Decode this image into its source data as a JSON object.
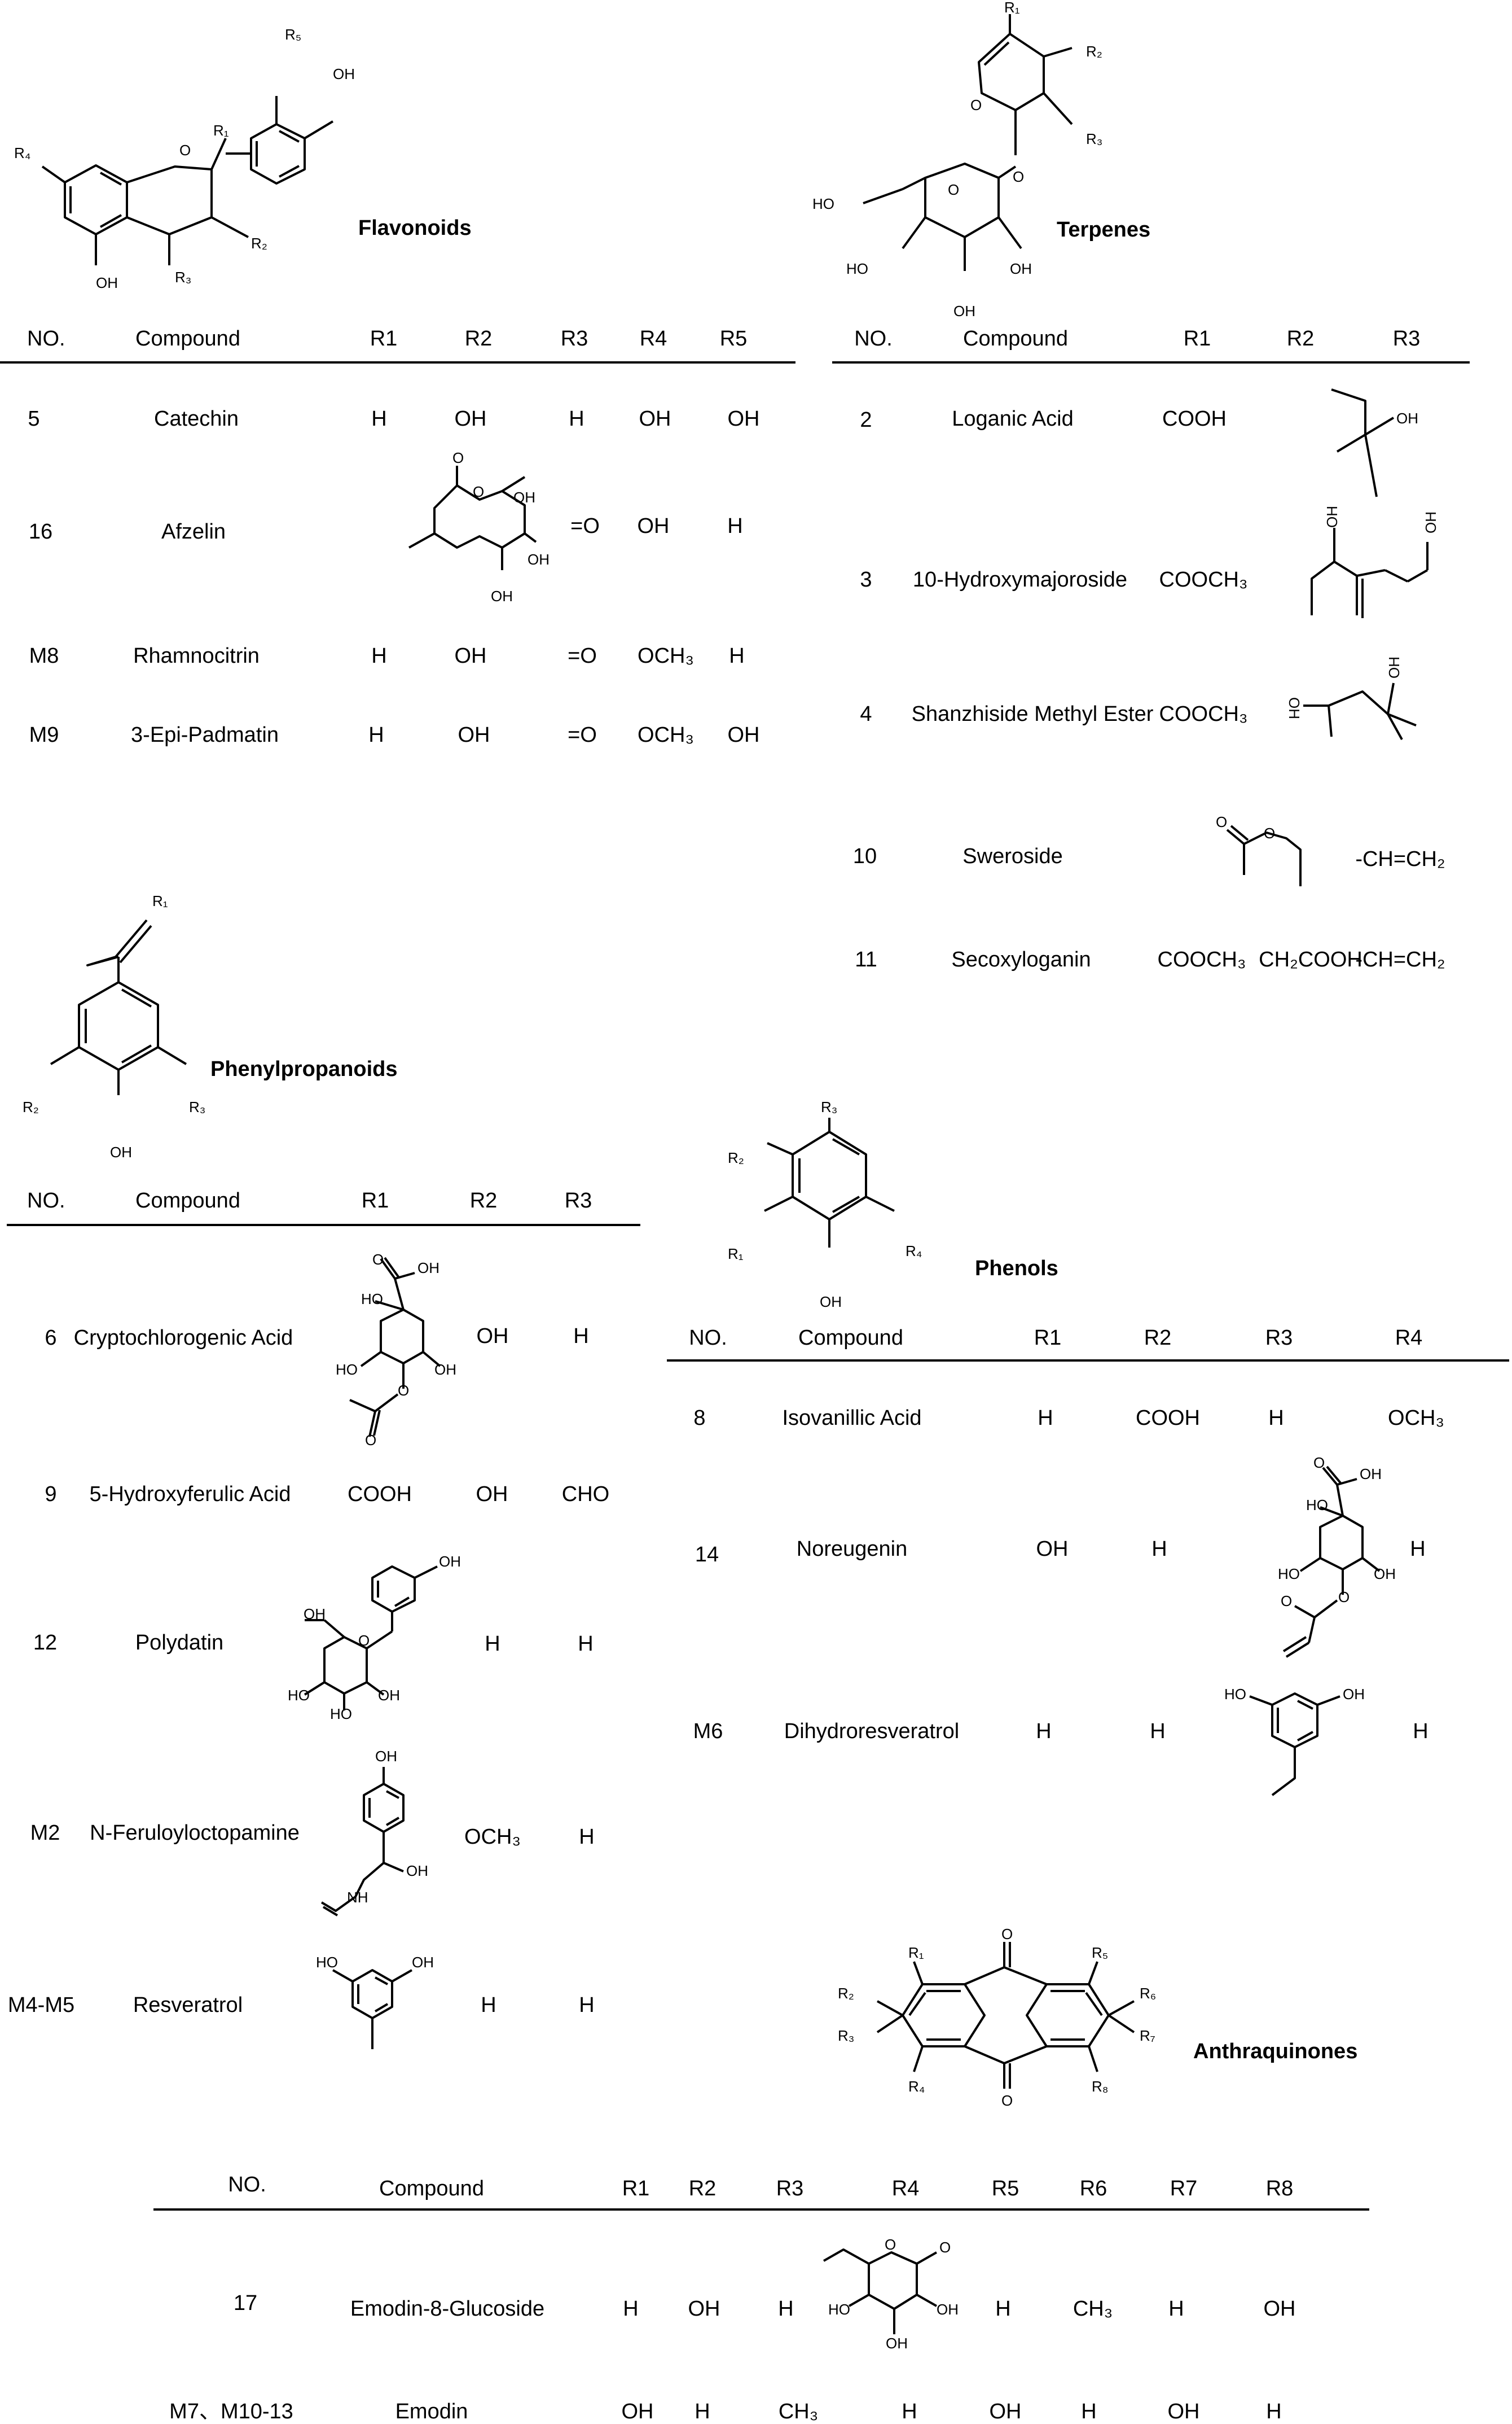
{
  "flavonoids": {
    "title": "Flavonoids",
    "headers": [
      "NO.",
      "Compound",
      "R1",
      "R2",
      "R3",
      "R4",
      "R5"
    ],
    "rows": [
      {
        "no": "5",
        "compound": "Catechin",
        "r1": "H",
        "r2": "OH",
        "r3": "H",
        "r4": "OH",
        "r5": "OH"
      },
      {
        "no": "16",
        "compound": "Afzelin",
        "r3": "=O",
        "r4": "OH",
        "r5": "H"
      },
      {
        "no": "M8",
        "compound": "Rhamnocitrin",
        "r1": "H",
        "r2": "OH",
        "r3": "=O",
        "r4": "OCH₃",
        "r5": "H"
      },
      {
        "no": "M9",
        "compound": "3-Epi-Padmatin",
        "r1": "H",
        "r2": "OH",
        "r3": "=O",
        "r4": "OCH₃",
        "r5": "OH"
      }
    ]
  },
  "terpenes": {
    "title": "Terpenes",
    "headers": [
      "NO.",
      "Compound",
      "R1",
      "R2",
      "R3"
    ],
    "rows": [
      {
        "no": "2",
        "compound": "Loganic Acid",
        "r1": "COOH"
      },
      {
        "no": "3",
        "compound": "10-Hydroxymajoroside",
        "r1": "COOCH₃"
      },
      {
        "no": "4",
        "compound": "Shanzhiside Methyl Ester",
        "r1": "COOCH₃"
      },
      {
        "no": "10",
        "compound": "Sweroside",
        "r3": "-CH=CH₂"
      },
      {
        "no": "11",
        "compound": "Secoxyloganin",
        "r1": "COOCH₃",
        "r2": "CH₂COOH",
        "r3": "-CH=CH₂"
      }
    ]
  },
  "phenylpropanoids": {
    "title": "Phenylpropanoids",
    "headers": [
      "NO.",
      "Compound",
      "R1",
      "R2",
      "R3"
    ],
    "rows": [
      {
        "no": "6",
        "compound": "Cryptochlorogenic Acid",
        "r2": "OH",
        "r3": "H"
      },
      {
        "no": "9",
        "compound": "5-Hydroxyferulic Acid",
        "r1": "COOH",
        "r2": "OH",
        "r3": "CHO"
      },
      {
        "no": "12",
        "compound": "Polydatin",
        "r2": "H",
        "r3": "H"
      },
      {
        "no": "M2",
        "compound": "N-Feruloyloctopamine",
        "r2": "OCH₃",
        "r3": "H"
      },
      {
        "no": "M4-M5",
        "compound": "Resveratrol",
        "r2": "H",
        "r3": "H"
      }
    ]
  },
  "phenols": {
    "title": "Phenols",
    "headers": [
      "NO.",
      "Compound",
      "R1",
      "R2",
      "R3",
      "R4"
    ],
    "rows": [
      {
        "no": "8",
        "compound": "Isovanillic Acid",
        "r1": "H",
        "r2": "COOH",
        "r3": "H",
        "r4": "OCH₃"
      },
      {
        "no": "14",
        "compound": "Noreugenin",
        "r1": "OH",
        "r2": "H",
        "r4": "H"
      },
      {
        "no": "M6",
        "compound": "Dihydroresveratrol",
        "r1": "H",
        "r2": "H",
        "r4": "H"
      }
    ]
  },
  "anthraquinones": {
    "title": "Anthraquinones",
    "headers": [
      "NO.",
      "Compound",
      "R1",
      "R2",
      "R3",
      "R4",
      "R5",
      "R6",
      "R7",
      "R8"
    ],
    "rows": [
      {
        "no": "17",
        "compound": "Emodin-8-Glucoside",
        "r1": "H",
        "r2": "OH",
        "r3": "H",
        "r5": "H",
        "r6": "CH₃",
        "r7": "H",
        "r8": "OH"
      },
      {
        "no": "M7、M10-13",
        "compound": "Emodin",
        "r1": "OH",
        "r2": "H",
        "r3": "CH₃",
        "r4": "H",
        "r5": "OH",
        "r6": "H",
        "r7": "OH",
        "r8": "H"
      }
    ]
  },
  "atoms": {
    "oh": "OH",
    "ho": "HO",
    "o": "O",
    "nh": "NH",
    "r1": "R1",
    "r2": "R2",
    "r3": "R3",
    "r4": "R4",
    "r5": "R5",
    "r6": "R6",
    "r7": "R7",
    "r8": "R8"
  }
}
